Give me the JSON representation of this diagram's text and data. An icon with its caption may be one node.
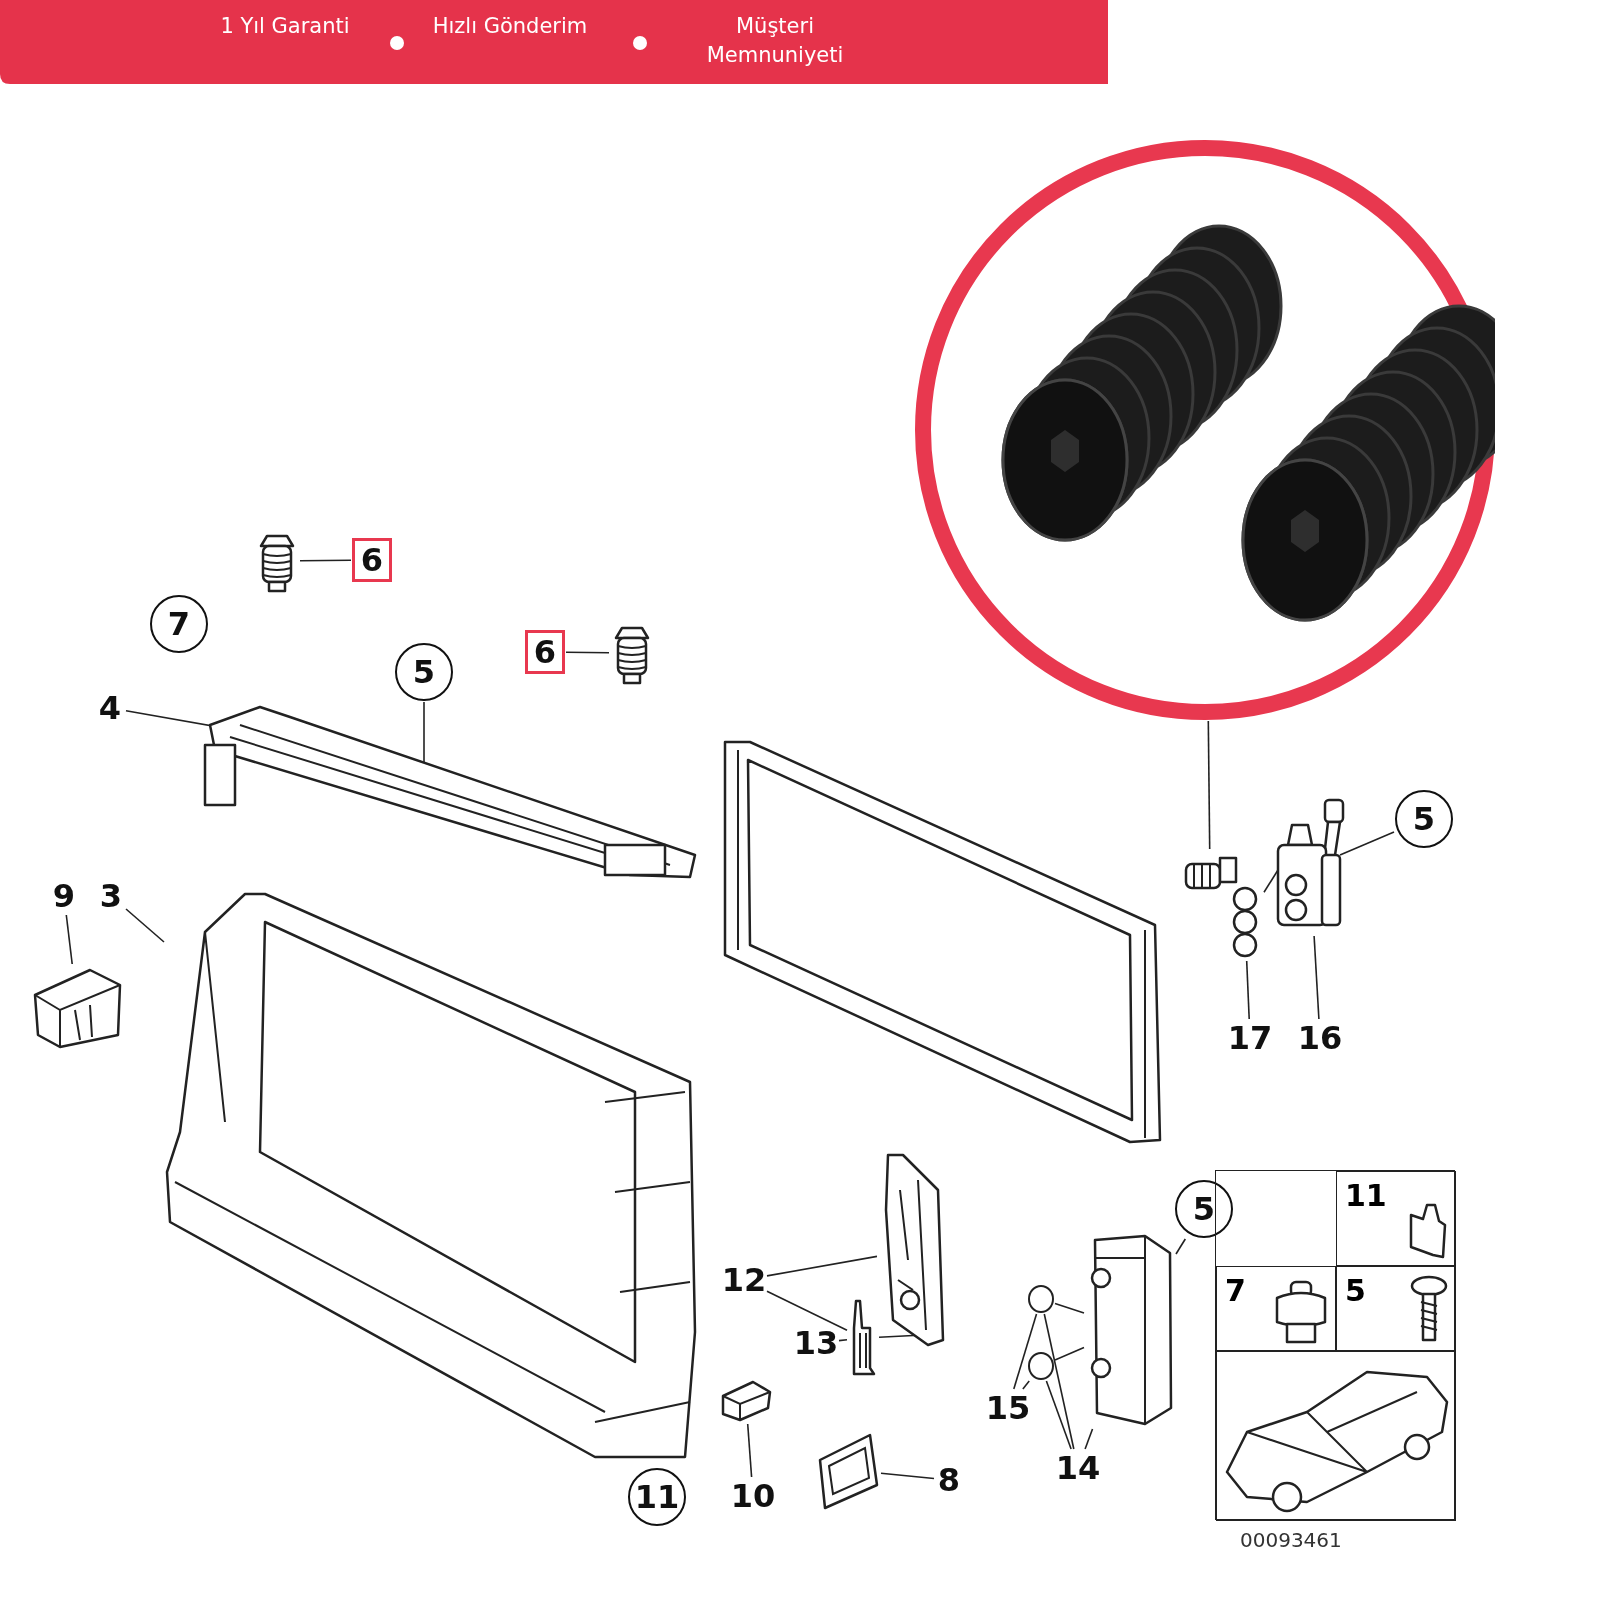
{
  "diagram": {
    "nodes": [
      {
        "text": [
          "6"
        ]
      },
      {
        "text": [],
        "shape": "picture"
      },
      {
        "text": [
          "4"
        ]
      },
      {
        "text": [],
        "shape": "picture"
      },
      {
        "text": [
          "5"
        ]
      },
      {
        "text": [
          "6"
        ]
      },
      {
        "text": [],
        "shape": "picture"
      },
      {
        "text": [
          "9"
        ]
      },
      {
        "text": [],
        "shape": "picture"
      },
      {
        "text": [
          "3"
        ]
      },
      {
        "text": [],
        "shape": "picture"
      },
      {
        "text": [],
        "shape": "picture"
      },
      {
        "text": [],
        "shape": "picture"
      },
      {
        "text": [],
        "shape": "picture"
      },
      {
        "text": [
          "5"
        ]
      },
      {
        "text": [],
        "shape": "picture"
      },
      {
        "text": [
          "17"
        ]
      },
      {
        "text": [],
        "shape": "picture"
      },
      {
        "text": [
          "16"
        ]
      },
      {
        "text": [
          "12"
        ]
      },
      {
        "text": [],
        "shape": "picture"
      },
      {
        "text": [
          "13"
        ]
      },
      {
        "text": [],
        "shape": "picture"
      },
      {
        "text": [
          "10"
        ]
      },
      {
        "text": [],
        "shape": "picture"
      },
      {
        "text": [
          "8"
        ]
      },
      {
        "text": [],
        "shape": "picture"
      },
      {
        "text": [
          "5"
        ]
      },
      {
        "text": [],
        "shape": "picture"
      },
      {
        "text": [
          "15"
        ]
      },
      {
        "text": [],
        "shape": "circle"
      },
      {
        "text": [],
        "shape": "circle"
      },
      {
        "text": [
          "14"
        ]
      },
      {
        "text": [
          "7"
        ]
      },
      {
        "text": [
          "11"
        ]
      },
      {
        "text": [],
        "shape": "box",
        "beside": [
          "00093461"
        ]
      },
      {
        "text": [
          "11"
        ],
        "in": 35
      },
      {
        "text": [
          "7"
        ],
        "in": 35
      },
      {
        "text": [
          "5"
        ],
        "in": 35
      },
      {
        "text": [],
        "shape": "picture",
        "in": 35
      }
    ],
    "edges": [
      {
        "from": 0,
        "to": 1,
        "arrow": "none"
      },
      {
        "from": 2,
        "to": 3,
        "arrow": "none"
      },
      {
        "from": 4,
        "to": 3,
        "arrow": "none"
      },
      {
        "from": 5,
        "to": 6,
        "arrow": "none"
      },
      {
        "from": 7,
        "to": 8,
        "arrow": "none"
      },
      {
        "from": 9,
        "to": 10,
        "arrow": "none"
      },
      {
        "from": 12,
        "to": 13,
        "arrow": "none"
      },
      {
        "from": 14,
        "to": 15,
        "arrow": "none"
      },
      {
        "from": 16,
        "to": 17,
        "arrow": "none"
      },
      {
        "from": 17,
        "to": 15,
        "arrow": "none"
      },
      {
        "from": 18,
        "to": 15,
        "arrow": "none"
      },
      {
        "from": 19,
        "to": 20,
        "arrow": "none"
      },
      {
        "from": 19,
        "to": 22,
        "arrow": "none"
      },
      {
        "from": 21,
        "to": 22,
        "arrow": "none"
      },
      {
        "from": 22,
        "to": 20,
        "arrow": "none"
      },
      {
        "from": 23,
        "to": 24,
        "arrow": "none"
      },
      {
        "from": 25,
        "to": 26,
        "arrow": "none"
      },
      {
        "from": 27,
        "to": 28,
        "arrow": "none"
      },
      {
        "from": 29,
        "to": 30,
        "arrow": "none"
      },
      {
        "from": 29,
        "to": 31,
        "arrow": "none"
      },
      {
        "from": 30,
        "to": 28,
        "arrow": "none"
      },
      {
        "from": 31,
        "to": 28,
        "arrow": "none"
      },
      {
        "from": 32,
        "to": 28,
        "arrow": "none"
      },
      {
        "from": 32,
        "to": 30,
        "arrow": "none"
      },
      {
        "from": 32,
        "to": 31,
        "arrow": "none"
      }
    ],
    "labels": [
      "1 Yıl Garanti",
      "Hızlı Gönderim",
      "Müşteri Memnuniyeti"
    ]
  }
}
